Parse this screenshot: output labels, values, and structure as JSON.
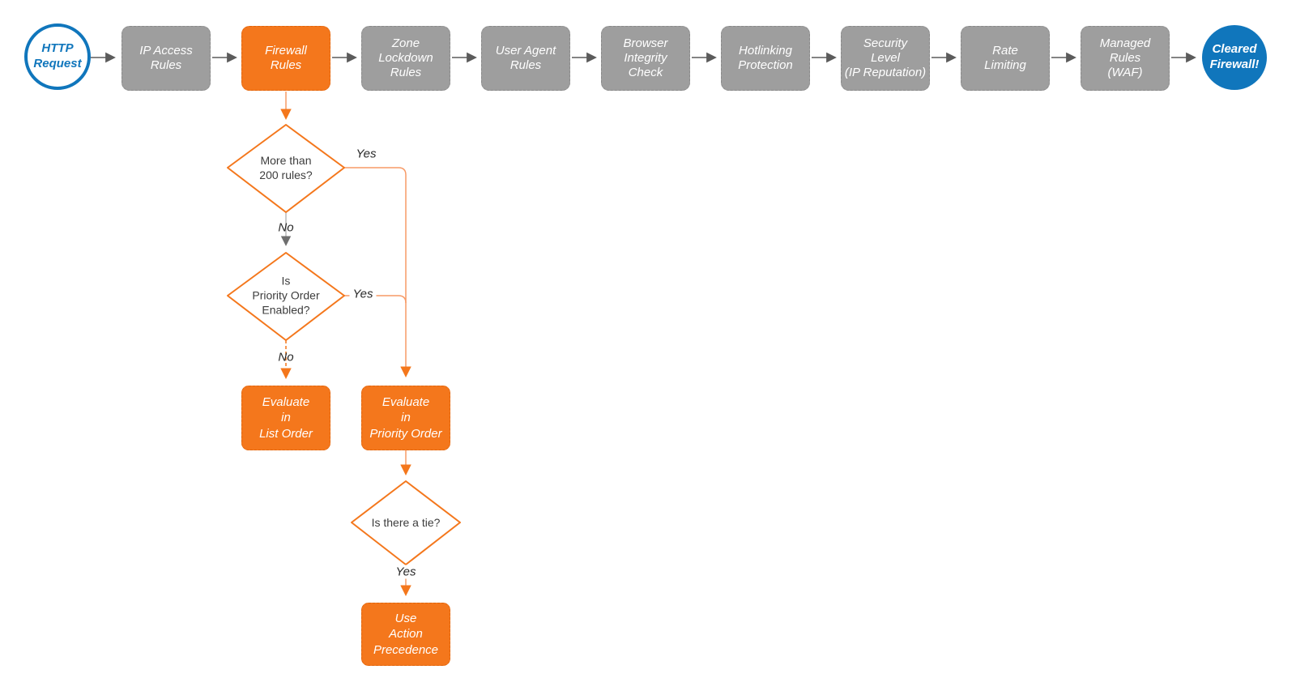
{
  "flow": {
    "start": {
      "label": "HTTP\nRequest"
    },
    "pipeline": [
      {
        "label": "IP Access\nRules"
      },
      {
        "label": "Firewall\nRules"
      },
      {
        "label": "Zone\nLockdown\nRules"
      },
      {
        "label": "User Agent\nRules"
      },
      {
        "label": "Browser\nIntegrity\nCheck"
      },
      {
        "label": "Hotlinking\nProtection"
      },
      {
        "label": "Security\nLevel\n(IP Reputation)"
      },
      {
        "label": "Rate\nLimiting"
      },
      {
        "label": "Managed\nRules\n(WAF)"
      }
    ],
    "end": {
      "label": "Cleared\nFirewall!"
    },
    "decisions": [
      {
        "label": "More than\n200 rules?"
      },
      {
        "label": "Is\nPriority Order\nEnabled?"
      },
      {
        "label": "Is there a tie?"
      }
    ],
    "actions": [
      {
        "label": "Evaluate\nin\nList Order"
      },
      {
        "label": "Evaluate\nin\nPriority Order"
      },
      {
        "label": "Use\nAction\nPrecedence"
      }
    ],
    "edge_labels": {
      "yes1": "Yes",
      "no1": "No",
      "yes2": "Yes",
      "no2": "No",
      "yes3": "Yes"
    }
  },
  "colors": {
    "accent_orange": "#f4771c",
    "light_orange_line": "#f79a66",
    "node_gray": "#9e9e9e",
    "arrow_gray": "#5b5b5b",
    "brand_blue": "#1076bc"
  }
}
